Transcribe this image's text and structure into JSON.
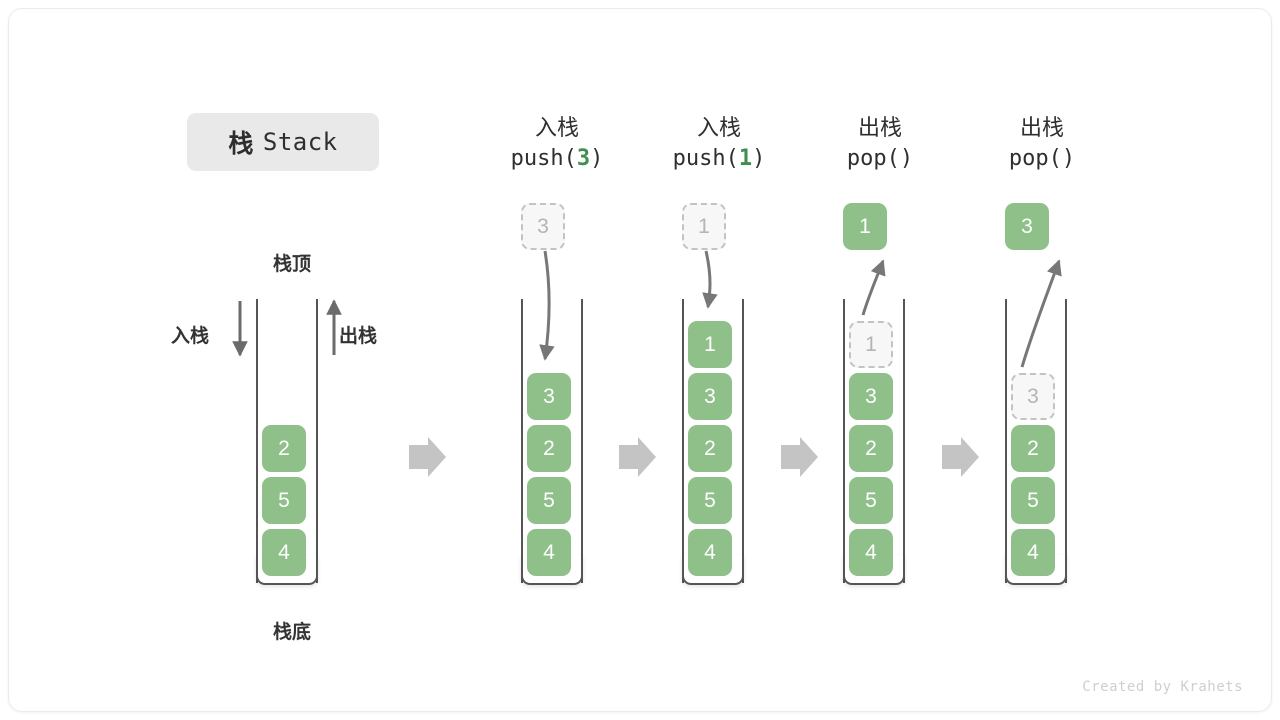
{
  "title": {
    "cn": "栈",
    "en": "Stack"
  },
  "credit": "Created by Krahets",
  "labels": {
    "top": "栈顶",
    "bottom": "栈底",
    "push_side": "入栈",
    "pop_side": "出栈"
  },
  "colors": {
    "element_fill": "#8fc08a",
    "element_text": "#ffffff",
    "ghost_fill": "#f7f7f7",
    "ghost_text": "#b4b4b4",
    "ghost_border": "#c3c3c3",
    "container_line": "#555555",
    "arrow_gray": "#777777",
    "step_arrow": "#c4c4c4",
    "chip_bg": "#e9e9e9",
    "code_arg": "#3f8f4f"
  },
  "steps": [
    {
      "id": "initial",
      "caption_cn": "",
      "caption_code": "",
      "stack": [
        "2",
        "5",
        "4"
      ],
      "ghost": null,
      "floating": null
    },
    {
      "id": "push-3",
      "caption_cn": "入栈",
      "caption_code": "push(",
      "caption_arg": "3",
      "caption_code_end": ")",
      "stack": [
        "3",
        "2",
        "5",
        "4"
      ],
      "ghost": {
        "value": "3",
        "position": "above"
      },
      "floating": null
    },
    {
      "id": "push-1",
      "caption_cn": "入栈",
      "caption_code": "push(",
      "caption_arg": "1",
      "caption_code_end": ")",
      "stack": [
        "1",
        "3",
        "2",
        "5",
        "4"
      ],
      "ghost": {
        "value": "1",
        "position": "above"
      },
      "floating": null
    },
    {
      "id": "pop-1",
      "caption_cn": "出栈",
      "caption_code": "pop(",
      "caption_arg": "",
      "caption_code_end": ")",
      "stack": [
        "3",
        "2",
        "5",
        "4"
      ],
      "ghost": {
        "value": "1",
        "position": "in-stack-top"
      },
      "floating": {
        "value": "1"
      }
    },
    {
      "id": "pop-3",
      "caption_cn": "出栈",
      "caption_code": "pop(",
      "caption_arg": "",
      "caption_code_end": ")",
      "stack": [
        "2",
        "5",
        "4"
      ],
      "ghost": {
        "value": "3",
        "position": "in-stack-top"
      },
      "floating": {
        "value": "3"
      }
    }
  ],
  "step_arrows": [
    {
      "name": "step-arrow-1"
    },
    {
      "name": "step-arrow-2"
    },
    {
      "name": "step-arrow-3"
    },
    {
      "name": "step-arrow-4"
    }
  ]
}
